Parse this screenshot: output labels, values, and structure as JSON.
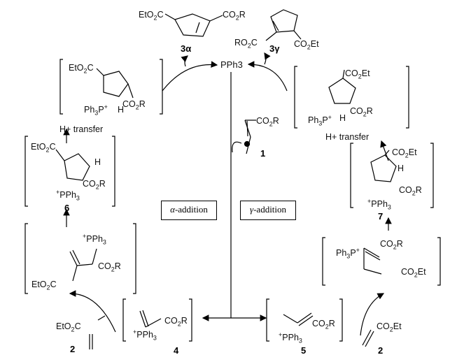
{
  "compounds": [
    {
      "id": "3a",
      "label": "3α"
    },
    {
      "id": "3g",
      "label": "3γ"
    },
    {
      "id": "1",
      "label": "1"
    },
    {
      "id": "2a",
      "label": "2"
    },
    {
      "id": "2b",
      "label": "2"
    },
    {
      "id": "4",
      "label": "4"
    },
    {
      "id": "5",
      "label": "5"
    },
    {
      "id": "6",
      "label": "6"
    },
    {
      "id": "7",
      "label": "7"
    }
  ],
  "catalyst": "PPh3",
  "steps": {
    "left_h_transfer": "H+ transfer",
    "right_h_transfer": "H+ transfer"
  },
  "pathways": {
    "alpha_symbol": "α",
    "alpha_suffix": "-addition",
    "gamma_symbol": "γ",
    "gamma_suffix": "-addition"
  }
}
